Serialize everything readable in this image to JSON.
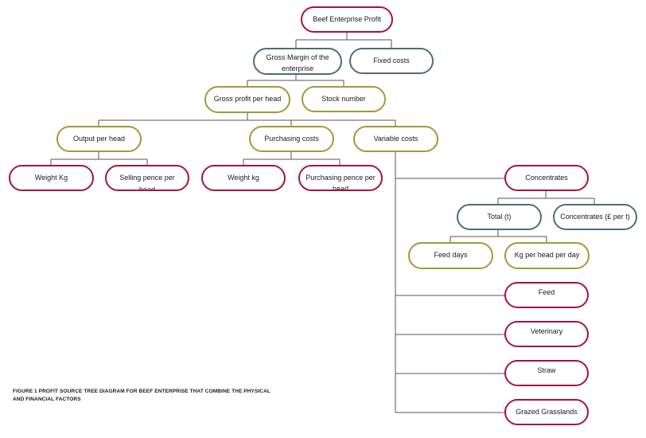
{
  "nodes": {
    "beef_enterprise_profit": "Beef Enterprise Profit",
    "gross_margin": "Gross Margin of the enterprise",
    "fixed_costs": "Fixed costs",
    "gross_profit_per_head": "Gross profit per head",
    "stock_number": "Stock number",
    "output_per_head": "Output per head",
    "purchasing_costs": "Purchasing costs",
    "variable_costs": "Variable costs",
    "weight_kg_output": "Weight Kg",
    "selling_pence_per_head": "Selling pence per head",
    "weight_kg_purchasing": "Weight kg",
    "purchasing_pence_per_head": "Purchasing pence per head",
    "concentrates": "Concentrates",
    "total_t": "Total (t)",
    "concentrates_price": "Concentrates (£ per t)",
    "feed_days": "Feed days",
    "kg_per_head_per_day": "Kg per head per day",
    "feed": "Feed",
    "veterinary": "Veterinary",
    "straw": "Straw",
    "grazed_grasslands": "Grazed Grasslands"
  },
  "caption": "FIGURE 1 PROFIT SOURCE TREE DIAGRAM FOR BEEF ENTERPRISE THAT COMBINE THE PHYSICAL  AND FINANCIAL FACTORS",
  "colors": {
    "red": "#a8123a",
    "blue": "#4c6b82",
    "olive": "#a29a36",
    "connector": "#555555"
  }
}
